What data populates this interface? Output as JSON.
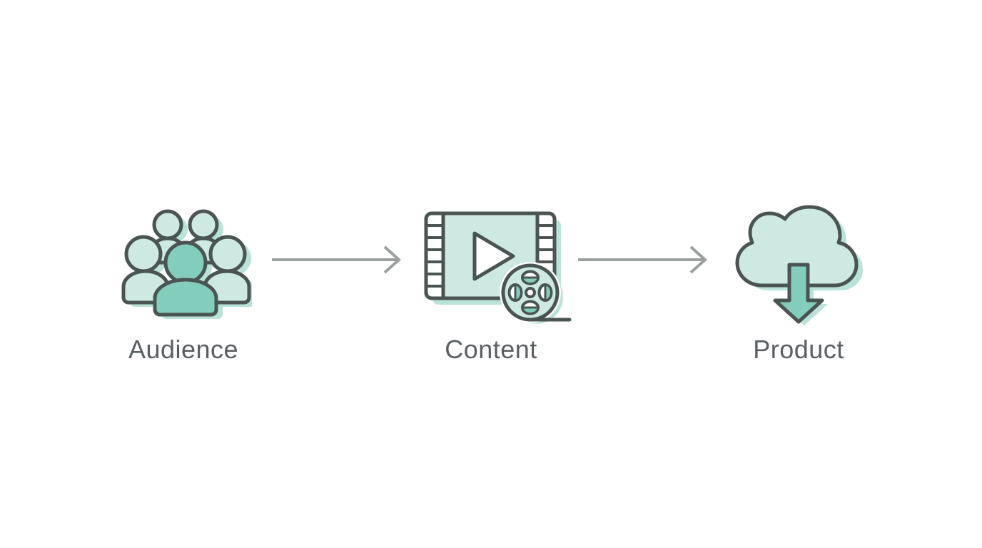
{
  "page": {
    "background": "#ffffff"
  },
  "diagram": {
    "type": "flow",
    "nodes": [
      {
        "id": "audience",
        "label": "Audience",
        "icon": "people-group-icon"
      },
      {
        "id": "content",
        "label": "Content",
        "icon": "film-video-icon"
      },
      {
        "id": "product",
        "label": "Product",
        "icon": "cloud-download-icon"
      }
    ],
    "connectors": [
      {
        "from": "audience",
        "to": "content",
        "direction": "right"
      },
      {
        "from": "content",
        "to": "product",
        "direction": "right"
      }
    ],
    "colors": {
      "outline": "#4a5452",
      "fill-light": "#cde9e2",
      "fill-medium": "#82cdbb",
      "fill-shadow": "#b9e2d8",
      "arrow": "#9b9fa0",
      "label-text": "#595f62"
    }
  }
}
